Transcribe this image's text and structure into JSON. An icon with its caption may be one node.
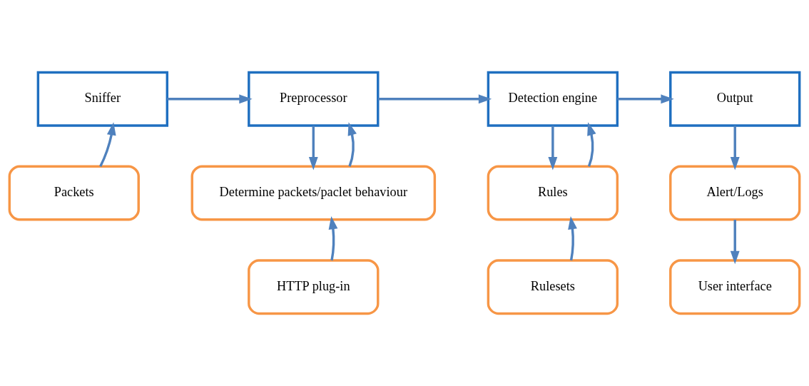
{
  "diagram": {
    "nodes": [
      {
        "text": [
          "Sniffer"
        ]
      },
      {
        "text": [
          "Preprocessor"
        ]
      },
      {
        "text": [
          "Detection engine"
        ]
      },
      {
        "text": [
          "Output"
        ]
      },
      {
        "text": [
          "Packets"
        ]
      },
      {
        "text": [
          "Determine packets/paclet behaviour"
        ]
      },
      {
        "text": [
          "Rules"
        ]
      },
      {
        "text": [
          "Alert/Logs"
        ]
      },
      {
        "text": [
          "HTTP plug-in"
        ]
      },
      {
        "text": [
          "Rulesets"
        ]
      },
      {
        "text": [
          "User interface"
        ]
      }
    ],
    "edges": [
      {
        "from": 0,
        "to": 1,
        "arrow": "to"
      },
      {
        "from": 1,
        "to": 2,
        "arrow": "to"
      },
      {
        "from": 2,
        "to": 3,
        "arrow": "to"
      },
      {
        "from": 4,
        "to": 0,
        "arrow": "to"
      },
      {
        "from": 1,
        "to": 5,
        "arrow": "to"
      },
      {
        "from": 5,
        "to": 1,
        "arrow": "to"
      },
      {
        "from": 8,
        "to": 5,
        "arrow": "to"
      },
      {
        "from": 2,
        "to": 6,
        "arrow": "to"
      },
      {
        "from": 6,
        "to": 2,
        "arrow": "to"
      },
      {
        "from": 9,
        "to": 6,
        "arrow": "to"
      },
      {
        "from": 3,
        "to": 7,
        "arrow": "to"
      },
      {
        "from": 7,
        "to": 10,
        "arrow": "to"
      }
    ]
  }
}
